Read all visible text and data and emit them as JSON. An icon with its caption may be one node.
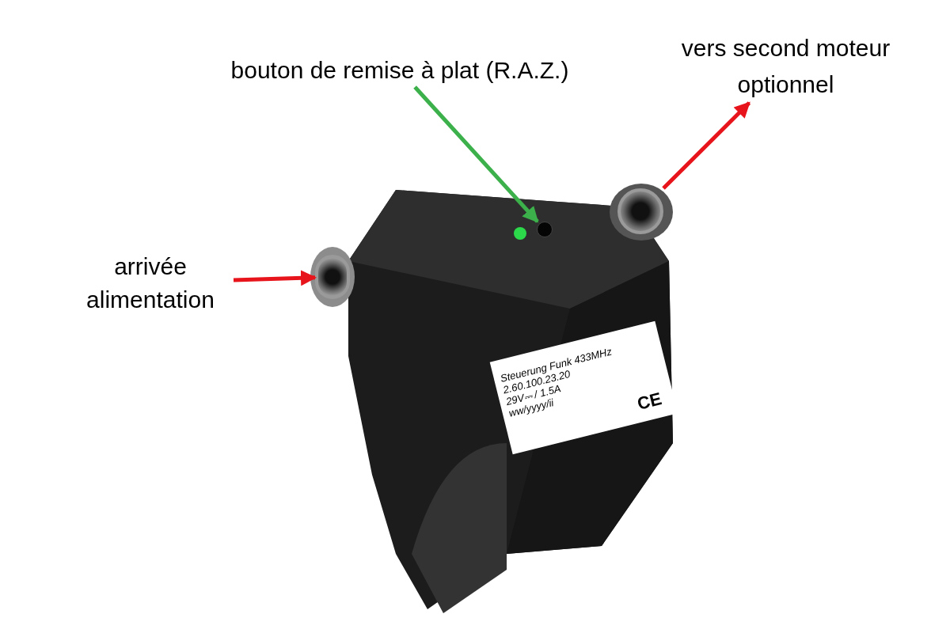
{
  "diagram": {
    "nodes": [
      {
        "text": [
          "arrivée alimentation"
        ]
      },
      {
        "text": [
          "bouton de remise à plat (R.A.Z.)"
        ]
      },
      {
        "text": [
          "vers second moteur optionnel"
        ]
      },
      {
        "text": [],
        "shape": "cylinder"
      },
      {
        "text": [],
        "shape": "circle"
      },
      {
        "text": [],
        "shape": "cylinder"
      }
    ],
    "edges": [
      {
        "from": 0,
        "to": 3,
        "arrow": "to"
      },
      {
        "from": 1,
        "to": 4,
        "arrow": "to",
        "color": "#3cb04a"
      },
      {
        "from": 5,
        "to": 2,
        "arrow": "to"
      }
    ],
    "labels": [
      "Steuerung Funk 433MHz",
      "2.60.100.23.20",
      "29V⎓ / 1.5A",
      "ww/yyyy/ii",
      "CE"
    ]
  }
}
